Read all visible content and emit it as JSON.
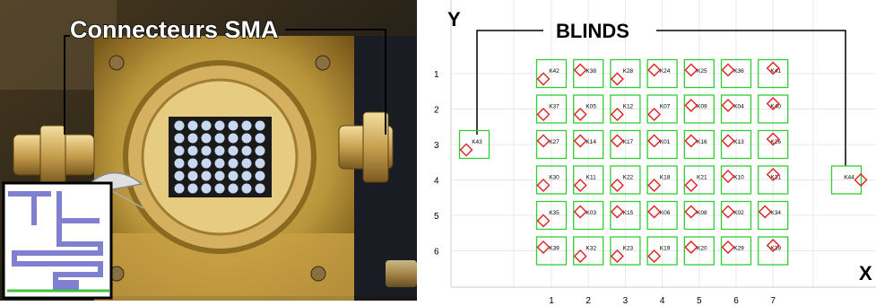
{
  "photo": {
    "title": "Connecteurs SMA",
    "colors": {
      "gold": "#b8943a",
      "gold_dark": "#7a5a1a",
      "frame": "#1a1a1a",
      "inset_line": "#8080d0",
      "inset_ground": "#40c040"
    }
  },
  "diagram": {
    "title": "BLINDS",
    "axis_y": "Y",
    "axis_x": "X",
    "col_ticks": [
      "1",
      "2",
      "3",
      "4",
      "5",
      "6",
      "7"
    ],
    "row_ticks": [
      "1",
      "2",
      "3",
      "4",
      "5",
      "6"
    ],
    "colors": {
      "box": "#33cc33",
      "marker": "#e02020",
      "grid": "#e8e8e8",
      "text": "#000000"
    },
    "grid_labels": [
      [
        "K42",
        "K38",
        "K28",
        "K24",
        "K25",
        "K36",
        "K41"
      ],
      [
        "K37",
        "K05",
        "K12",
        "K07",
        "K09",
        "K04",
        "K40"
      ],
      [
        "K27",
        "K14",
        "K17",
        "K01",
        "K16",
        "K13",
        "K26"
      ],
      [
        "K30",
        "K11",
        "K22",
        "K18",
        "K21",
        "K10",
        "K31"
      ],
      [
        "K35",
        "K03",
        "K15",
        "K06",
        "K08",
        "K02",
        "K34"
      ],
      [
        "K39",
        "K32",
        "K23",
        "K19",
        "K20",
        "K29",
        "K39"
      ]
    ],
    "marker_pos": [
      [
        "bl",
        "tl",
        "bl",
        "tl",
        "tl",
        "tl",
        "t"
      ],
      [
        "bl",
        "bl",
        "bl",
        "bl",
        "tl",
        "tl",
        "t"
      ],
      [
        "tl",
        "tl",
        "tl",
        "tl",
        "tl",
        "tl",
        "t"
      ],
      [
        "bl",
        "bl",
        "bl",
        "bl",
        "bl",
        "tl",
        "t"
      ],
      [
        "bl",
        "tl",
        "tl",
        "tl",
        "tl",
        "tl",
        "tl"
      ],
      [
        "tl",
        "bl",
        "bl",
        "bl",
        "tl",
        "tl",
        "t"
      ]
    ],
    "side_left": {
      "label": "K43",
      "row": 3
    },
    "side_right": {
      "label": "K44",
      "row": 4
    }
  }
}
